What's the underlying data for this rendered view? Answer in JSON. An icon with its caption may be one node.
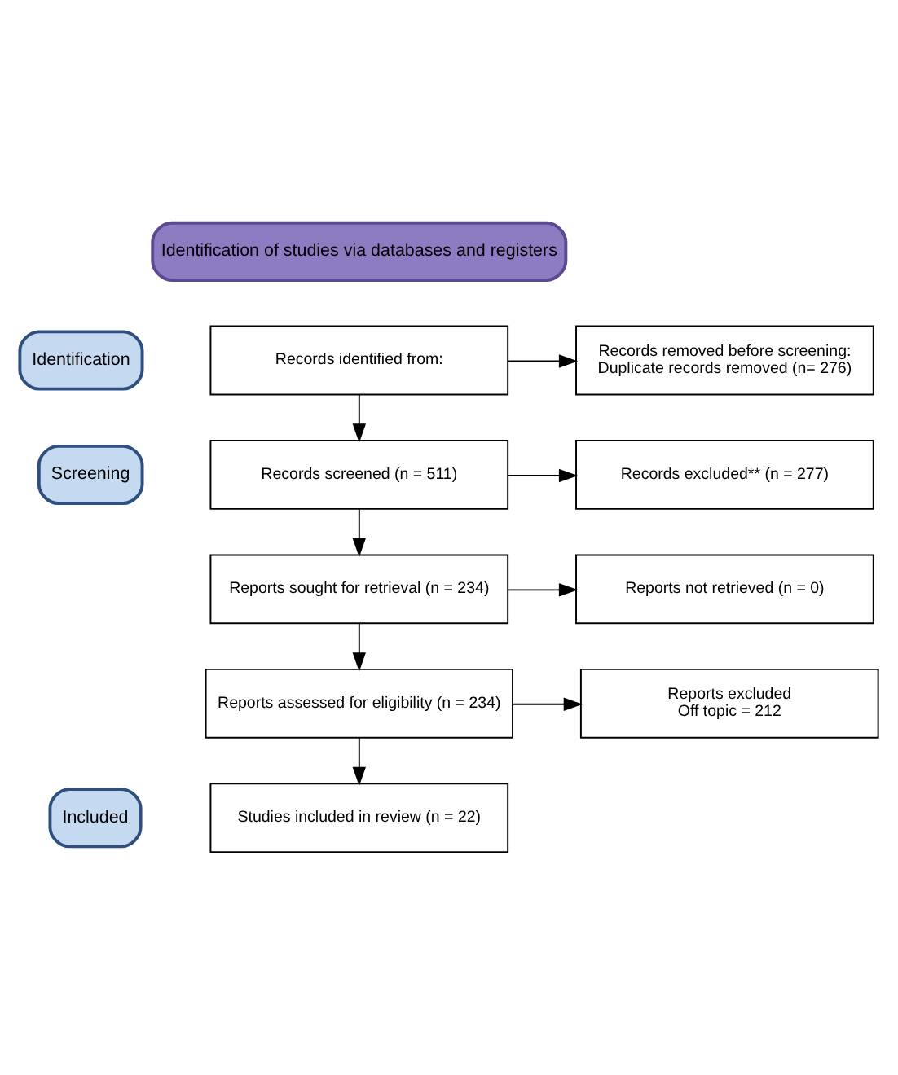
{
  "diagram": {
    "nodes": [
      {
        "text": [
          "Identification of studies via databases and registers"
        ]
      },
      {
        "text": [
          "Identification"
        ]
      },
      {
        "text": [
          "Screening"
        ]
      },
      {
        "text": [
          "Included"
        ]
      },
      {
        "text": [
          "Records identified from:"
        ]
      },
      {
        "text": [
          "Records removed before screening:",
          "Duplicate records removed (n= 276)"
        ]
      },
      {
        "text": [
          "Records screened (n = 511)"
        ]
      },
      {
        "text": [
          "Records excluded** (n = 277)"
        ]
      },
      {
        "text": [
          "Reports sought for retrieval (n = 234)"
        ]
      },
      {
        "text": [
          "Reports not retrieved (n = 0)"
        ]
      },
      {
        "text": [
          "Reports assessed for eligibility (n = 234)"
        ]
      },
      {
        "text": [
          "Reports excluded",
          "Off topic = 212"
        ]
      },
      {
        "text": [
          "Studies included in review (n = 22)"
        ]
      }
    ],
    "edges": [
      {
        "from": 4,
        "to": 6,
        "arrow": "to"
      },
      {
        "from": 4,
        "to": 5,
        "arrow": "to"
      },
      {
        "from": 6,
        "to": 7,
        "arrow": "to"
      },
      {
        "from": 6,
        "to": 8,
        "arrow": "to"
      },
      {
        "from": 8,
        "to": 9,
        "arrow": "to"
      },
      {
        "from": 8,
        "to": 10,
        "arrow": "to"
      },
      {
        "from": 10,
        "to": 11,
        "arrow": "to"
      },
      {
        "from": 10,
        "to": 12,
        "arrow": "to"
      }
    ]
  }
}
